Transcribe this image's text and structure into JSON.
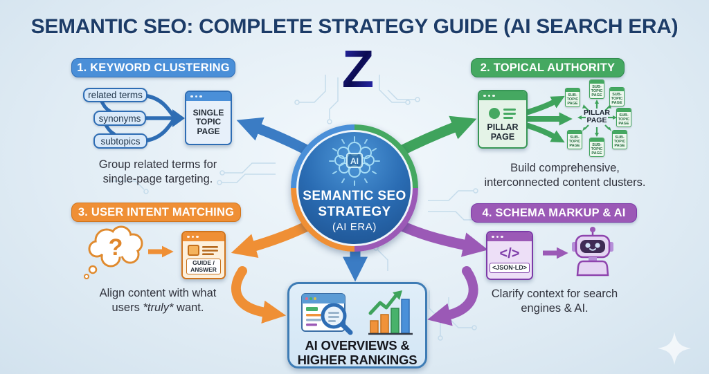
{
  "title": "SEMANTIC SEO: COMPLETE STRATEGY GUIDE (AI SEARCH ERA)",
  "logo_letter": "Z",
  "center": {
    "chip": "AI",
    "line1": "SEMANTIC SEO",
    "line2": "STRATEGY",
    "line3": "(AI ERA)"
  },
  "sections": {
    "q1": {
      "heading": "1. KEYWORD CLUSTERING",
      "terms": [
        "related terms",
        "synonyms",
        "subtopics"
      ],
      "page": "SINGLE TOPIC PAGE",
      "cap1": "Group related terms for",
      "cap2": "single-page targeting."
    },
    "q2": {
      "heading": "2. TOPICAL AUTHORITY",
      "pillar": "PILLAR PAGE",
      "cluster_center": "PILLAR PAGE",
      "sub": "SUB-TOPIC PAGE",
      "cap1": "Build comprehensive,",
      "cap2": "interconnected content clusters."
    },
    "q3": {
      "heading": "3. USER INTENT MATCHING",
      "question": "?",
      "doc": "GUIDE / ANSWER",
      "cap1": "Align content with what",
      "cap2_pre": "users ",
      "cap2_italic": "*truly*",
      "cap2_post": " want."
    },
    "q4": {
      "heading": "4. SCHEMA MARKUP & AI",
      "code_symbol": "</>",
      "code_tag": "<JSON-LD>",
      "cap1": "Clarify context for search",
      "cap2": "engines & AI."
    }
  },
  "outcome": {
    "label": "AI OVERVIEWS & HIGHER RANKINGS"
  },
  "colors": {
    "background": "#e2edf5",
    "title_navy": "#1c3c68",
    "blue": "#4a8fd8",
    "green": "#45a861",
    "orange": "#ef8f35",
    "purple": "#9b59b6",
    "hub_fill": "#2a6cb3",
    "logo_navy": "#15157e"
  }
}
